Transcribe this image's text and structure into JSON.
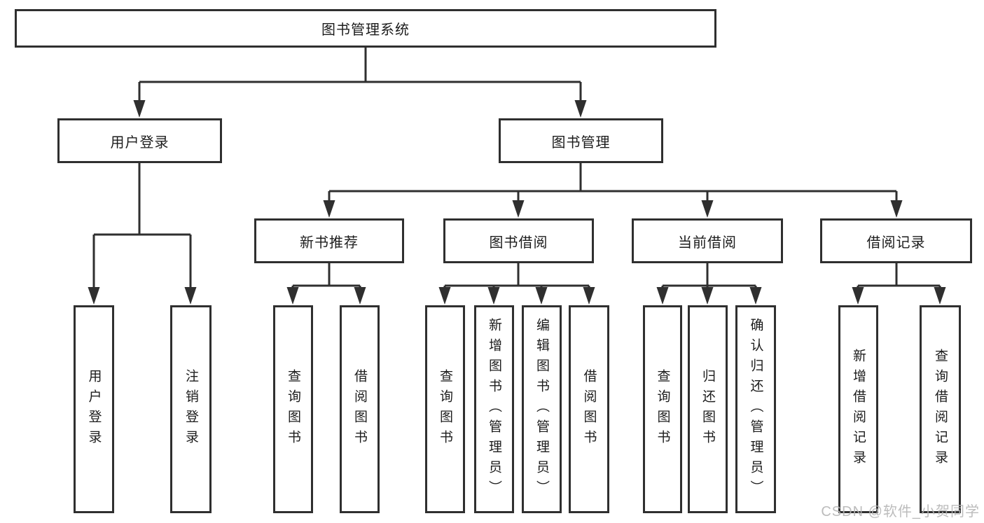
{
  "diagram": {
    "tree": {
      "root": {
        "label": "图书管理系统"
      },
      "children": [
        {
          "label": "用户登录",
          "children": [
            {
              "label": "用户登录"
            },
            {
              "label": "注销登录"
            }
          ]
        },
        {
          "label": "图书管理",
          "children": [
            {
              "label": "新书推荐",
              "children": [
                {
                  "label": "查询图书"
                },
                {
                  "label": "借阅图书"
                }
              ]
            },
            {
              "label": "图书借阅",
              "children": [
                {
                  "label": "查询图书"
                },
                {
                  "label": "新增图书（管理员）"
                },
                {
                  "label": "编辑图书（管理员）"
                },
                {
                  "label": "借阅图书"
                }
              ]
            },
            {
              "label": "当前借阅",
              "children": [
                {
                  "label": "查询图书"
                },
                {
                  "label": "归还图书"
                },
                {
                  "label": "确认归还（管理员）"
                }
              ]
            },
            {
              "label": "借阅记录",
              "children": [
                {
                  "label": "新增借阅记录"
                },
                {
                  "label": "查询借阅记录"
                }
              ]
            }
          ]
        }
      ]
    },
    "colors": {
      "line": "#2f2f2f",
      "box_border": "#2f2f2f",
      "text": "#1c1c1c",
      "watermark": "#b5b5b5"
    }
  },
  "watermark": {
    "text": "CSDN @软件_小贺同学"
  }
}
